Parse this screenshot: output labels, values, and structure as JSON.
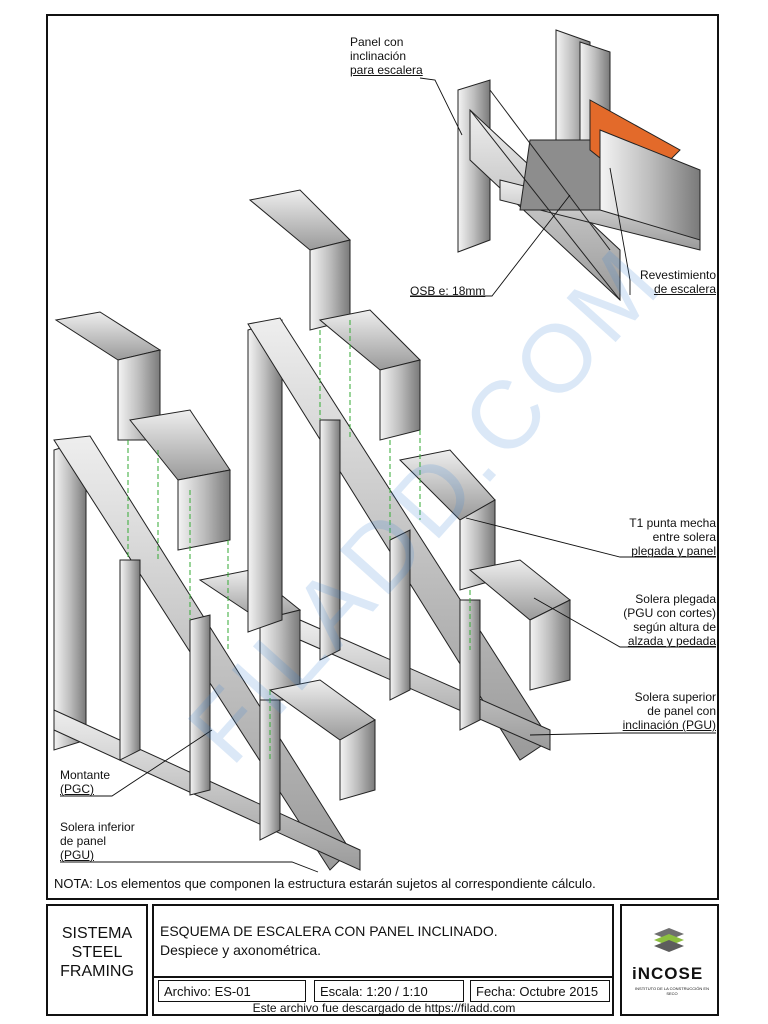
{
  "drawing": {
    "note": "NOTA: Los elementos que componen la estructura estarán sujetos al correspondiente cálculo.",
    "labels": {
      "panel_incl": [
        "Panel con",
        "inclinación",
        "para escalera"
      ],
      "osb": "OSB e: 18mm",
      "revest": [
        "Revestimiento",
        "de escalera"
      ],
      "t1": [
        "T1 punta mecha",
        "entre solera",
        "plegada y panel"
      ],
      "solera_plegada": [
        "Solera plegada",
        "(PGU con cortes)",
        "según altura de",
        "alzada y pedada"
      ],
      "solera_superior": [
        "Solera superior",
        "de panel con",
        "inclinación (PGU)"
      ],
      "montante": [
        "Montante",
        "(PGC)"
      ],
      "solera_inferior": [
        "Solera inferior",
        "de panel",
        "(PGU)"
      ]
    },
    "watermark": "FILADD.COM",
    "colors": {
      "osb_orange": "#e36a2a",
      "metal_gray": "#c8c8c8",
      "dash_green": "#33aa33"
    }
  },
  "title_block": {
    "system_lines": [
      "SISTEMA",
      "STEEL",
      "FRAMING"
    ],
    "title": "ESQUEMA DE ESCALERA CON PANEL INCLINADO.",
    "subtitle": "Despiece y axonométrica.",
    "archivo": "Archivo: ES-01",
    "escala": "Escala: 1:20 / 1:10",
    "fecha": "Fecha: Octubre 2015",
    "logo_word": "iNCOSE",
    "logo_sub": "INSTITUTO DE LA CONSTRUCCIÓN EN SECO"
  },
  "footer": "Este archivo fue descargado de https://filadd.com"
}
